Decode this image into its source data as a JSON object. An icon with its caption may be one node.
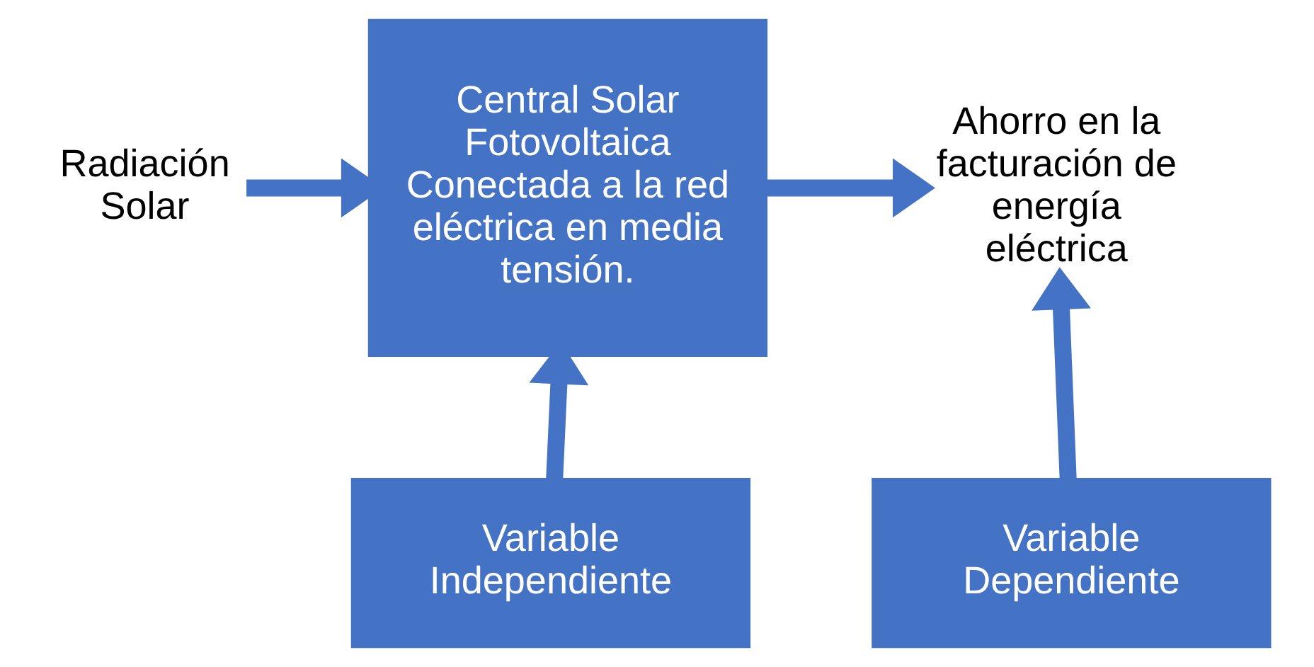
{
  "diagram": {
    "nodes": [
      {
        "text": [
          "Radiación Solar"
        ]
      },
      {
        "text": [
          "Central Solar Fotovoltaica Conectada a la red eléctrica en media tensión."
        ]
      },
      {
        "text": [
          "Ahorro en la facturación de energía eléctrica"
        ]
      },
      {
        "text": [
          "Variable Independiente"
        ]
      },
      {
        "text": [
          "Variable Dependiente"
        ]
      }
    ],
    "edges": [
      {
        "from": 0,
        "to": 1,
        "arrow": "to"
      },
      {
        "from": 1,
        "to": 2,
        "arrow": "to"
      },
      {
        "from": 3,
        "to": 1,
        "arrow": "to"
      },
      {
        "from": 4,
        "to": 2,
        "arrow": "to"
      }
    ]
  }
}
